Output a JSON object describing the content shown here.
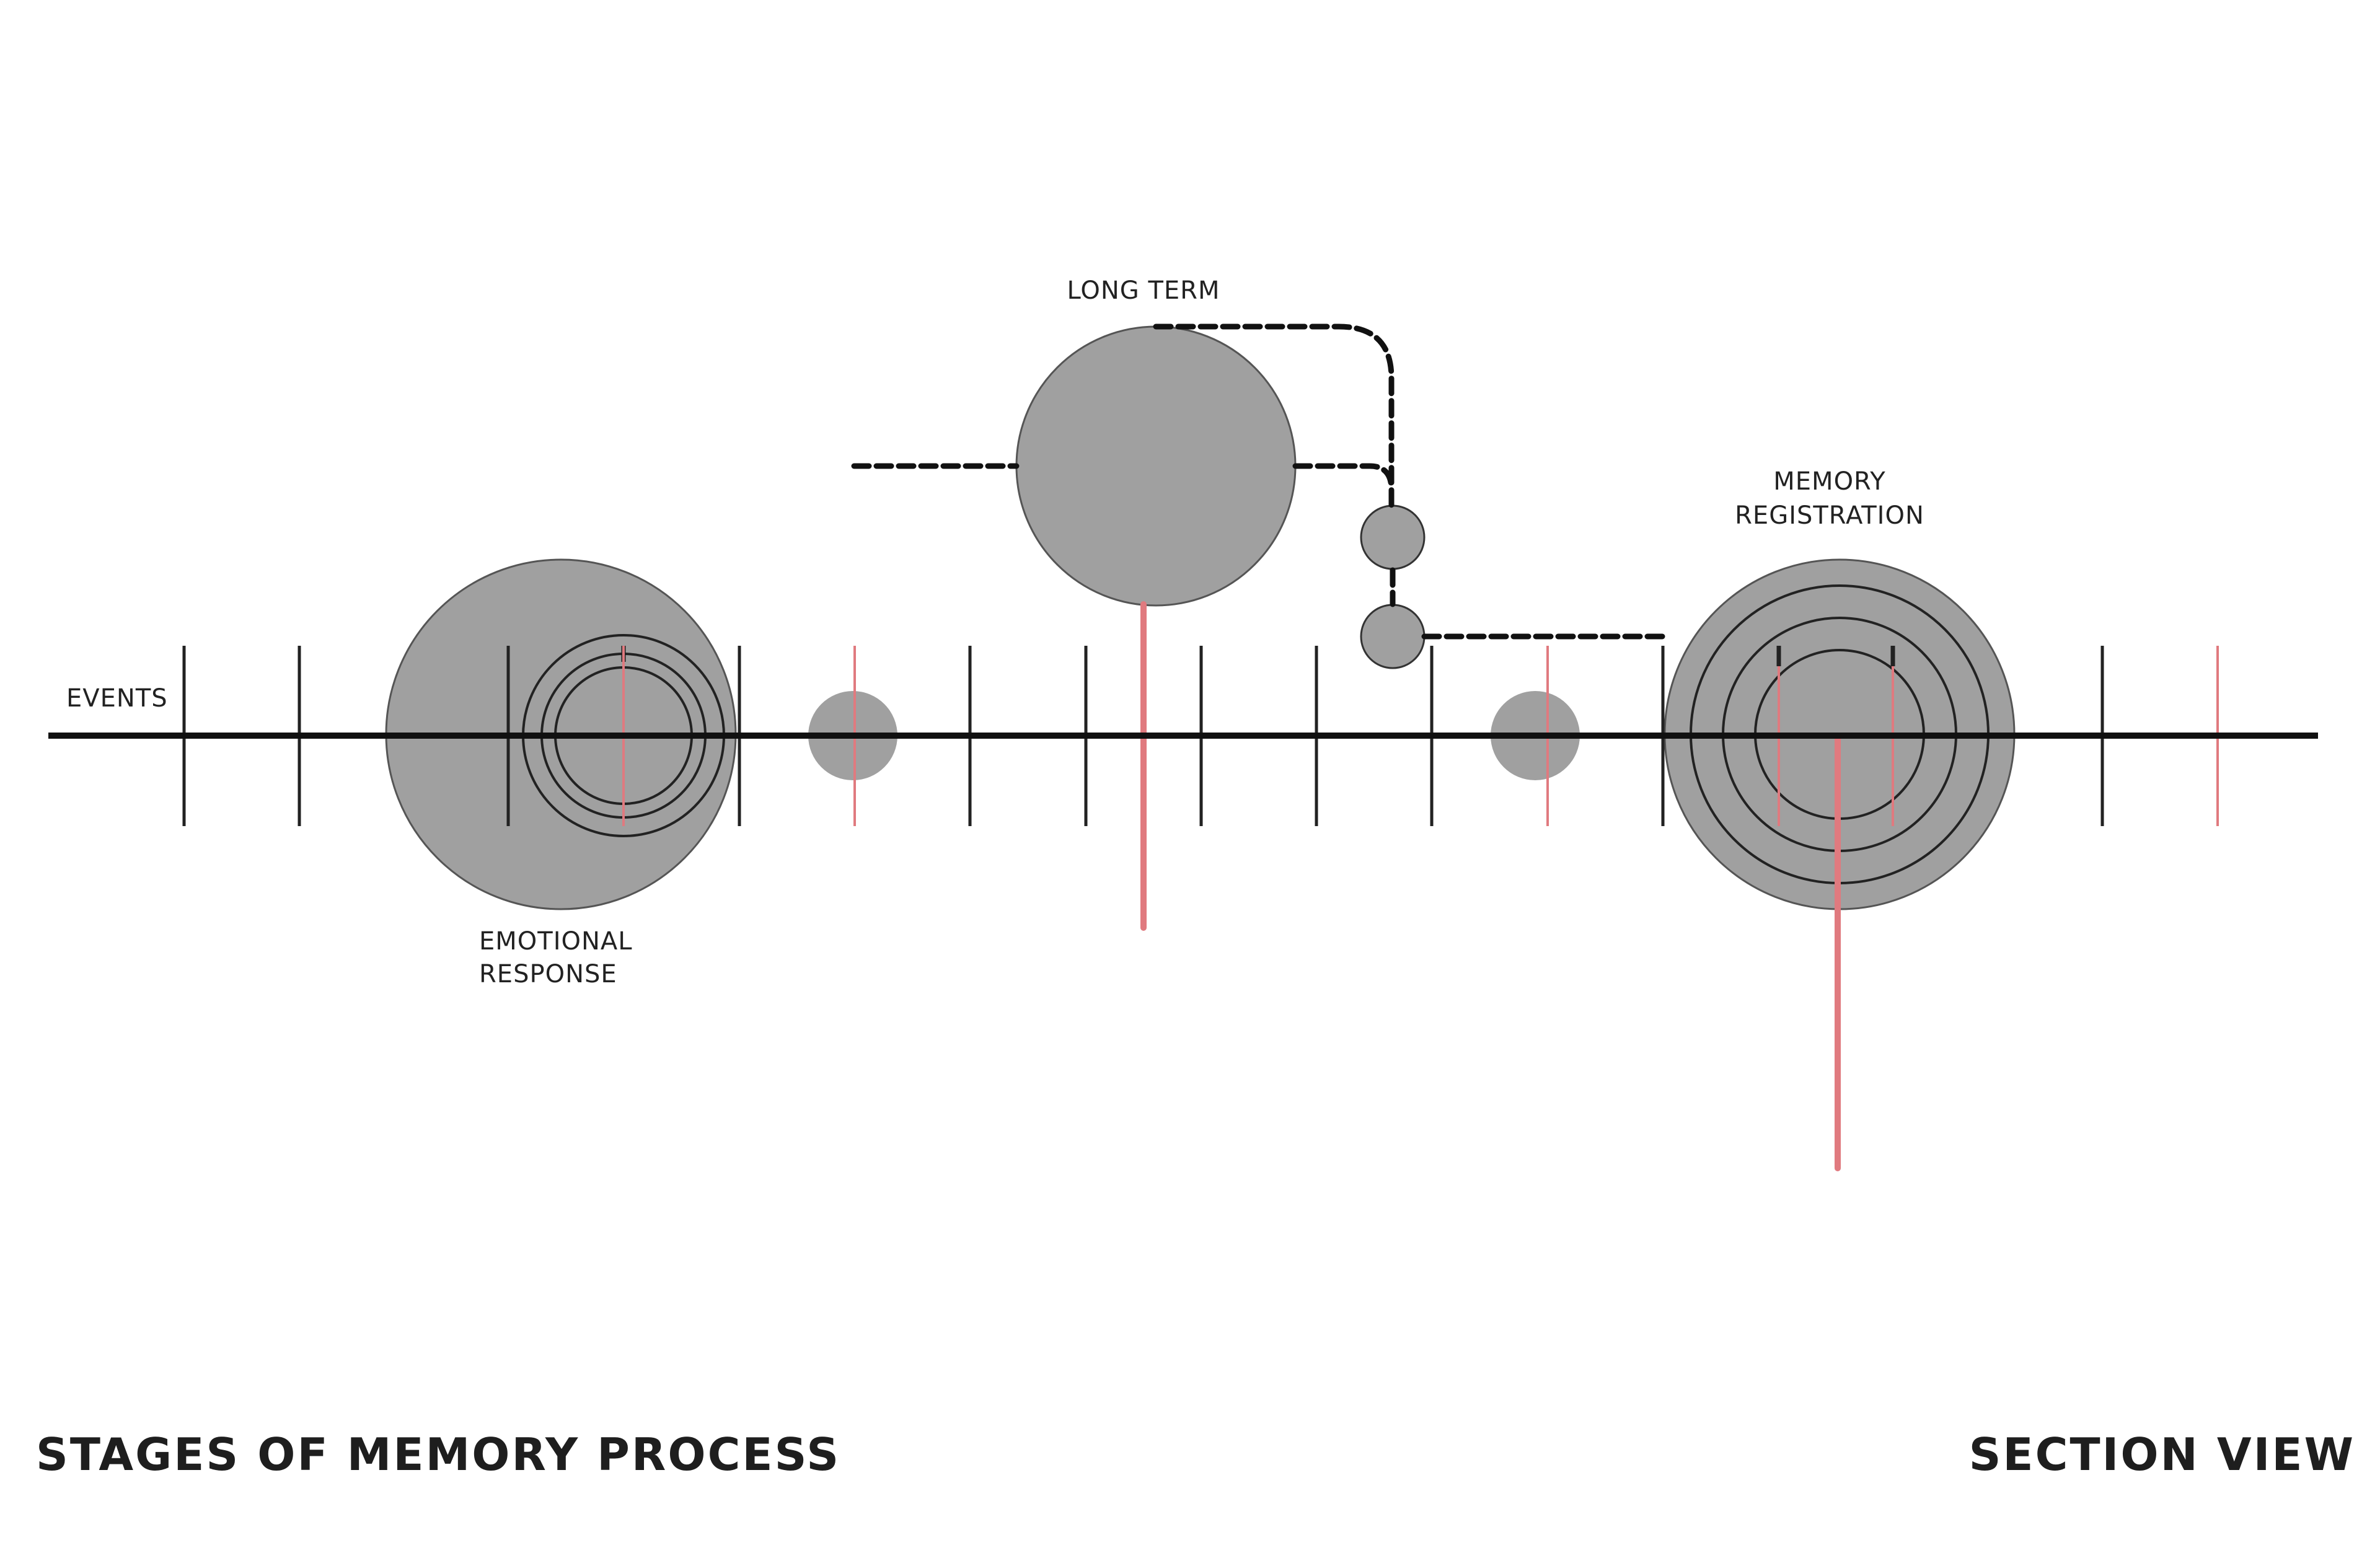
{
  "diagram": {
    "labels": {
      "long_term": "LONG TERM",
      "memory_registration_line1": "MEMORY",
      "memory_registration_line2": "REGISTRATION",
      "events": "EVENTS",
      "emotional_response_line1": "EMOTIONAL",
      "emotional_response_line2": "RESPONSE"
    },
    "colors": {
      "circle_fill": "#a0a0a0",
      "line": "#111111",
      "accent_red": "#e07a7f"
    }
  },
  "footer": {
    "left_title": "STAGES OF MEMORY PROCESS",
    "right_title": "SECTION VIEW"
  }
}
